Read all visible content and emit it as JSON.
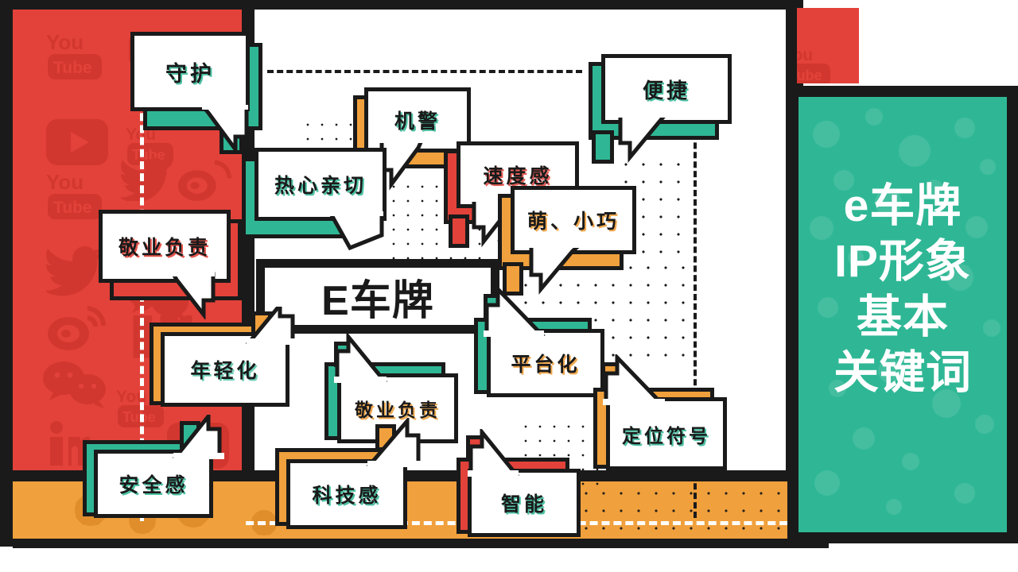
{
  "poster": {
    "title": "E车牌 IP形象基本关键词",
    "center_label": "E车牌",
    "palette": {
      "black": "#1a1a1a",
      "red": "#e2423a",
      "orange": "#f0a03c",
      "green": "#2fb795",
      "white": "#ffffff"
    }
  },
  "side_card": {
    "lines": [
      "e车牌",
      "IP形象",
      "基本",
      "关键词"
    ],
    "background": "#2fb795",
    "text_color": "#ffffff"
  },
  "keywords": [
    {
      "id": "shouhu",
      "label": "守护",
      "shadow_color": "#2fb795"
    },
    {
      "id": "jijing",
      "label": "机警",
      "shadow_color": "#f0a03c"
    },
    {
      "id": "bianjie",
      "label": "便捷",
      "shadow_color": "#2fb795"
    },
    {
      "id": "rexinqinqie",
      "label": "热心亲切",
      "shadow_color": "#2fb795"
    },
    {
      "id": "sudugan",
      "label": "速度感",
      "shadow_color": "#e2423a"
    },
    {
      "id": "mengxiaoqiao",
      "label": "萌、小巧",
      "shadow_color": "#f0a03c"
    },
    {
      "id": "jingyefuze-1",
      "label": "敬业负责",
      "shadow_color": "#e2423a"
    },
    {
      "id": "nianqinghua",
      "label": "年轻化",
      "shadow_color": "#f0a03c"
    },
    {
      "id": "jingyefuze-2",
      "label": "敬业负责",
      "shadow_color": "#2fb795"
    },
    {
      "id": "pingtaihua",
      "label": "平台化",
      "shadow_color": "#2fb795"
    },
    {
      "id": "dingweifuhao",
      "label": "定位符号",
      "shadow_color": "#f0a03c"
    },
    {
      "id": "anquangan",
      "label": "安全感",
      "shadow_color": "#2fb795"
    },
    {
      "id": "kejigan",
      "label": "科技感",
      "shadow_color": "#f0a03c"
    },
    {
      "id": "zhineng",
      "label": "智能",
      "shadow_color": "#e2423a"
    }
  ],
  "watermarks": [
    "youtube-icon",
    "youtube-play-icon",
    "twitter-icon",
    "weibo-icon",
    "wechat-icon",
    "linkedin-icon"
  ]
}
